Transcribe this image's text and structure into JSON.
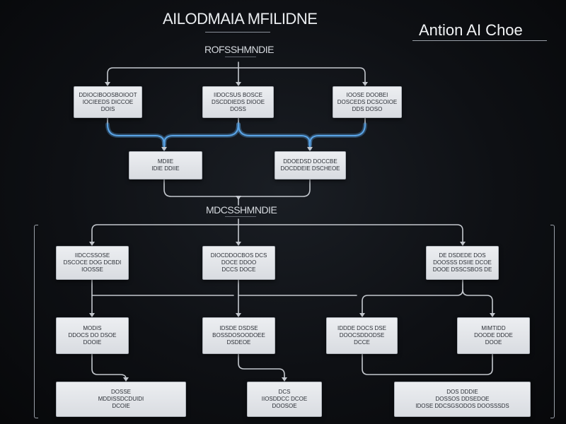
{
  "header": {
    "main_title": "AILODMAIA MFILIDNE",
    "corner_title": "Antion AI Choe"
  },
  "sections": [
    {
      "id": "top",
      "label": "ROFSSHMNDIE"
    },
    {
      "id": "bottom",
      "label": "MDCSSHMNDIE"
    }
  ],
  "nodes": [
    {
      "id": "t1",
      "lines": [
        "DDIOCIBOOSBOIOOT",
        "IOCIEEDS DICCOE",
        "DOIS"
      ]
    },
    {
      "id": "t2",
      "lines": [
        "IIDOCSUS BOSCE",
        "DSCDDIEDS DIOOE",
        "DOSS"
      ]
    },
    {
      "id": "t3",
      "lines": [
        "IOOSE DOOBEI",
        "DOSCEDS DCSCOIOE",
        "DDS DOSO"
      ]
    },
    {
      "id": "m1",
      "lines": [
        "MDIIE",
        "IDIE DDIIE"
      ]
    },
    {
      "id": "m2",
      "lines": [
        "DDOEDSD DOCCBE",
        "DOCDDEIE DSCHEOE"
      ]
    },
    {
      "id": "b1",
      "lines": [
        "IIDCCSSOSE",
        "DSCOCE DOG DCBDI",
        "IOOSSE"
      ]
    },
    {
      "id": "b2",
      "lines": [
        "DIOCDDOCBOS DCS",
        "DOCE DDOO",
        "DCCS DOCE"
      ]
    },
    {
      "id": "b3",
      "lines": [
        "DE DSDEDE DOS",
        "DOOSSS DSIIE DCOE",
        "DOOE DSSCSBOS DE"
      ]
    },
    {
      "id": "c1",
      "lines": [
        "MODIS",
        "DDOCS DO DSOE",
        "DOOIE"
      ]
    },
    {
      "id": "c2",
      "lines": [
        "IDSDE DSDSE",
        "BOSSDOSOODOEE",
        "DSDEOE"
      ]
    },
    {
      "id": "c3",
      "lines": [
        "IDDDE DOCS DSE",
        "DOOCSDDODSE",
        "DCCE"
      ]
    },
    {
      "id": "c4",
      "lines": [
        "MIMTIDD",
        "DOODE DDOE",
        "DOOE"
      ]
    },
    {
      "id": "d1",
      "lines": [
        "DOSSE",
        "MDDISSDCDUIDI",
        "DCOIE"
      ]
    },
    {
      "id": "d2",
      "lines": [
        "DCS",
        "IIOSDDCC DCOE",
        "DOOSOE"
      ]
    },
    {
      "id": "d3",
      "lines": [
        "DOS DDDIE",
        "DOSSOS DDSEDOE",
        "IDOSE DDCSGSODOS DOOSSSDS"
      ]
    }
  ],
  "colors": {
    "connector": "#c4c8ce",
    "highlight": "#5aa4e6",
    "node_fill": "#e3e6ea",
    "node_text": "#2b2f36",
    "background": "#0e1014"
  }
}
